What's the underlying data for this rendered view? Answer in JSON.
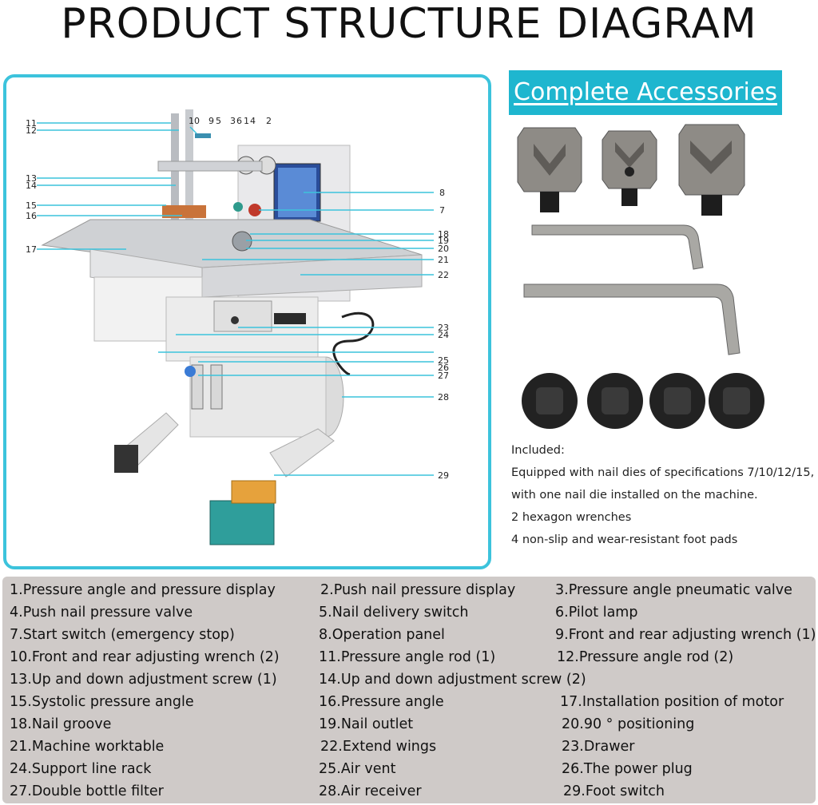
{
  "header": {
    "title": "PRODUCT STRUCTURE DIAGRAM"
  },
  "accessories": {
    "title": "Complete Accessories",
    "included_heading": "Included:",
    "included_lines": [
      "Equipped with nail dies of specifications 7/10/12/15,",
      "with one nail die installed on the machine.",
      "2 hexagon wrenches",
      "4 non-slip and wear-resistant foot pads"
    ]
  },
  "diagram": {
    "callouts": [
      "11",
      "12",
      "10",
      "9",
      "5",
      "3",
      "6",
      "1",
      "4",
      "2",
      "13",
      "14",
      "15",
      "16",
      "17",
      "8",
      "7",
      "18",
      "19",
      "20",
      "21",
      "22",
      "23",
      "24",
      "25",
      "26",
      "27",
      "28",
      "29"
    ]
  },
  "legend": {
    "rows": [
      [
        "1.Pressure angle and pressure display",
        "2.Push nail pressure display",
        "3.Pressure angle pneumatic valve"
      ],
      [
        "4.Push nail pressure valve",
        "5.Nail delivery switch",
        "6.Pilot lamp"
      ],
      [
        "7.Start switch (emergency stop)",
        "8.Operation panel",
        "9.Front and rear adjusting wrench (1)"
      ],
      [
        "10.Front and rear adjusting wrench (2)",
        "11.Pressure angle rod (1)",
        "12.Pressure angle rod (2)"
      ],
      [
        "13.Up and down adjustment screw (1)",
        "14.Up and down adjustment screw (2)",
        ""
      ],
      [
        "15.Systolic pressure angle",
        "16.Pressure angle",
        "17.Installation position of motor"
      ],
      [
        "18.Nail groove",
        "19.Nail outlet",
        "20.90 ° positioning"
      ],
      [
        "21.Machine worktable",
        "22.Extend wings",
        "23.Drawer"
      ],
      [
        "24.Support line rack",
        "25.Air vent",
        "26.The power plug"
      ],
      [
        "27.Double bottle filter",
        "28.Air receiver",
        "29.Foot switch"
      ]
    ]
  },
  "colors": {
    "frame": "#3cc3dc",
    "accent": "#1eb6cf",
    "legend_bg": "#cfcac8"
  }
}
